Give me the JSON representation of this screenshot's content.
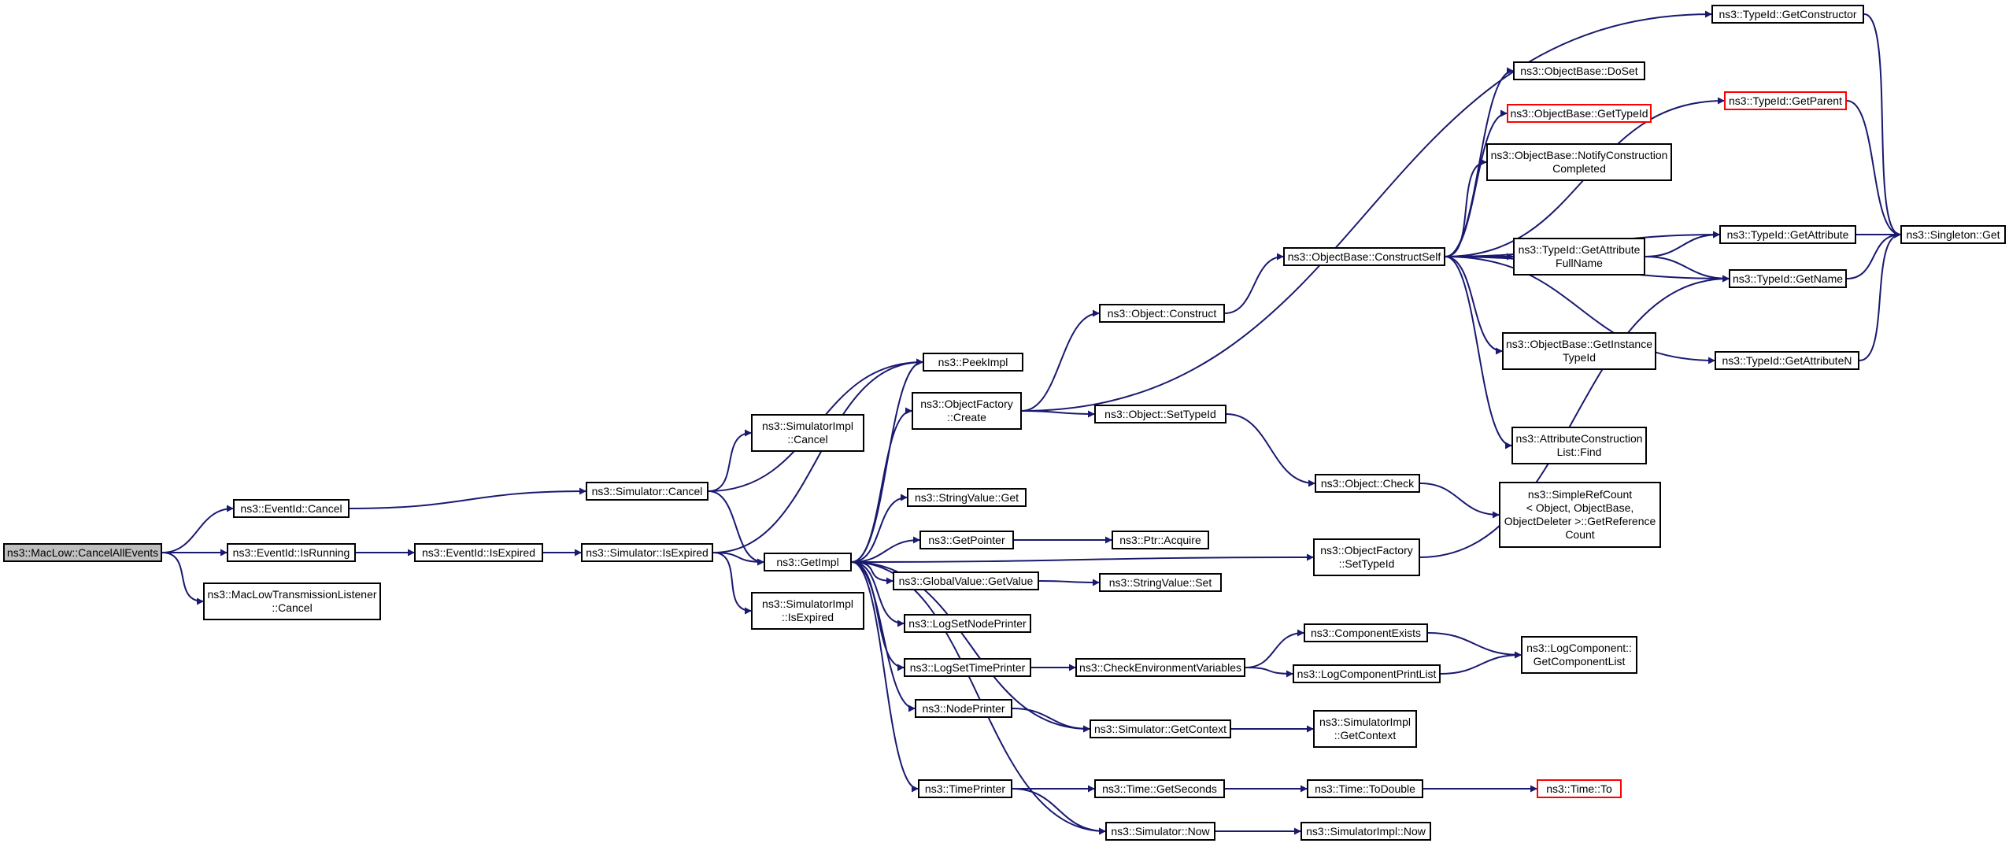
{
  "colors": {
    "edge": "#191970",
    "node_border": "#000000",
    "root_fill": "#bfbfbf",
    "highlight_border": "#ff0000"
  },
  "nodes": {
    "n_root": "ns3::MacLow::CancelAllEvents",
    "n_eventid_cancel": "ns3::EventId::Cancel",
    "n_eventid_isrunning": "ns3::EventId::IsRunning",
    "n_maclow_listener_cancel": "ns3::MacLowTransmissionListener\n::Cancel",
    "n_eventid_isexpired": "ns3::EventId::IsExpired",
    "n_simulator_cancel": "ns3::Simulator::Cancel",
    "n_simulator_isexpired": "ns3::Simulator::IsExpired",
    "n_simimpl_cancel": "ns3::SimulatorImpl\n::Cancel",
    "n_simimpl_isexpired": "ns3::SimulatorImpl\n::IsExpired",
    "n_getimpl": "ns3::GetImpl",
    "n_peekimpl": "ns3::PeekImpl",
    "n_objectfactory_create": "ns3::ObjectFactory\n::Create",
    "n_stringvalue_get": "ns3::StringValue::Get",
    "n_getpointer": "ns3::GetPointer",
    "n_globalvalue_getvalue": "ns3::GlobalValue::GetValue",
    "n_logsetnodeprinter": "ns3::LogSetNodePrinter",
    "n_logsettimeprinter": "ns3::LogSetTimePrinter",
    "n_nodeprinter": "ns3::NodePrinter",
    "n_timeprinter": "ns3::TimePrinter",
    "n_object_construct": "ns3::Object::Construct",
    "n_object_settypeid": "ns3::Object::SetTypeId",
    "n_ptr_acquire": "ns3::Ptr::Acquire",
    "n_stringvalue_set": "ns3::StringValue::Set",
    "n_checkenv": "ns3::CheckEnvironmentVariables",
    "n_simulator_getcontext": "ns3::Simulator::GetContext",
    "n_time_getseconds": "ns3::Time::GetSeconds",
    "n_simulator_now": "ns3::Simulator::Now",
    "n_objectbase_constructself": "ns3::ObjectBase::ConstructSelf",
    "n_object_check": "ns3::Object::Check",
    "n_objectfactory_settypeid": "ns3::ObjectFactory\n::SetTypeId",
    "n_componentexists": "ns3::ComponentExists",
    "n_logcomponentprintlist": "ns3::LogComponentPrintList",
    "n_simimpl_getcontext": "ns3::SimulatorImpl\n::GetContext",
    "n_time_todouble": "ns3::Time::ToDouble",
    "n_simimpl_now": "ns3::SimulatorImpl::Now",
    "n_objectbase_doset": "ns3::ObjectBase::DoSet",
    "n_objectbase_gettypeid": "ns3::ObjectBase::GetTypeId",
    "n_objectbase_notify": "ns3::ObjectBase::NotifyConstruction\nCompleted",
    "n_typeid_getattributefullname": "ns3::TypeId::GetAttribute\nFullName",
    "n_objectbase_getinstancetypeid": "ns3::ObjectBase::GetInstance\nTypeId",
    "n_attributeconstructionlist_find": "ns3::AttributeConstruction\nList::Find",
    "n_simplerefcount": "ns3::SimpleRefCount\n< Object, ObjectBase,\nObjectDeleter >::GetReference\nCount",
    "n_logcomponent_getcomponentlist": "ns3::LogComponent::\nGetComponentList",
    "n_time_to": "ns3::Time::To",
    "n_typeid_getconstructor": "ns3::TypeId::GetConstructor",
    "n_typeid_getparent": "ns3::TypeId::GetParent",
    "n_typeid_getattribute": "ns3::TypeId::GetAttribute",
    "n_typeid_getname": "ns3::TypeId::GetName",
    "n_typeid_getattributen": "ns3::TypeId::GetAttributeN",
    "n_singleton_get": "ns3::Singleton::Get"
  },
  "edges": [
    [
      "n_root",
      "n_eventid_cancel"
    ],
    [
      "n_root",
      "n_eventid_isrunning"
    ],
    [
      "n_root",
      "n_maclow_listener_cancel"
    ],
    [
      "n_eventid_cancel",
      "n_simulator_cancel"
    ],
    [
      "n_eventid_isrunning",
      "n_eventid_isexpired"
    ],
    [
      "n_eventid_isexpired",
      "n_simulator_isexpired"
    ],
    [
      "n_simulator_cancel",
      "n_simimpl_cancel"
    ],
    [
      "n_simulator_cancel",
      "n_getimpl"
    ],
    [
      "n_simulator_cancel",
      "n_peekimpl"
    ],
    [
      "n_simulator_isexpired",
      "n_getimpl"
    ],
    [
      "n_simulator_isexpired",
      "n_simimpl_isexpired"
    ],
    [
      "n_simulator_isexpired",
      "n_peekimpl"
    ],
    [
      "n_getimpl",
      "n_peekimpl"
    ],
    [
      "n_getimpl",
      "n_objectfactory_create"
    ],
    [
      "n_getimpl",
      "n_stringvalue_get"
    ],
    [
      "n_getimpl",
      "n_getpointer"
    ],
    [
      "n_getimpl",
      "n_globalvalue_getvalue"
    ],
    [
      "n_getimpl",
      "n_logsetnodeprinter"
    ],
    [
      "n_getimpl",
      "n_logsettimeprinter"
    ],
    [
      "n_getimpl",
      "n_nodeprinter"
    ],
    [
      "n_getimpl",
      "n_timeprinter"
    ],
    [
      "n_getimpl",
      "n_objectfactory_settypeid"
    ],
    [
      "n_getimpl",
      "n_simulator_getcontext"
    ],
    [
      "n_getimpl",
      "n_simulator_now"
    ],
    [
      "n_objectfactory_create",
      "n_object_construct"
    ],
    [
      "n_objectfactory_create",
      "n_object_settypeid"
    ],
    [
      "n_objectfactory_create",
      "n_typeid_getconstructor"
    ],
    [
      "n_getpointer",
      "n_ptr_acquire"
    ],
    [
      "n_globalvalue_getvalue",
      "n_stringvalue_set"
    ],
    [
      "n_logsettimeprinter",
      "n_checkenv"
    ],
    [
      "n_nodeprinter",
      "n_simulator_getcontext"
    ],
    [
      "n_timeprinter",
      "n_time_getseconds"
    ],
    [
      "n_timeprinter",
      "n_simulator_now"
    ],
    [
      "n_object_construct",
      "n_objectbase_constructself"
    ],
    [
      "n_object_settypeid",
      "n_object_check"
    ],
    [
      "n_checkenv",
      "n_componentexists"
    ],
    [
      "n_checkenv",
      "n_logcomponentprintlist"
    ],
    [
      "n_simulator_getcontext",
      "n_simimpl_getcontext"
    ],
    [
      "n_time_getseconds",
      "n_time_todouble"
    ],
    [
      "n_simulator_now",
      "n_simimpl_now"
    ],
    [
      "n_objectbase_constructself",
      "n_objectbase_doset"
    ],
    [
      "n_objectbase_constructself",
      "n_objectbase_gettypeid"
    ],
    [
      "n_objectbase_constructself",
      "n_objectbase_notify"
    ],
    [
      "n_objectbase_constructself",
      "n_typeid_getattributefullname"
    ],
    [
      "n_objectbase_constructself",
      "n_objectbase_getinstancetypeid"
    ],
    [
      "n_objectbase_constructself",
      "n_attributeconstructionlist_find"
    ],
    [
      "n_objectbase_constructself",
      "n_typeid_getparent"
    ],
    [
      "n_objectbase_constructself",
      "n_typeid_getattribute"
    ],
    [
      "n_objectbase_constructself",
      "n_typeid_getname"
    ],
    [
      "n_objectbase_constructself",
      "n_typeid_getattributen"
    ],
    [
      "n_object_check",
      "n_simplerefcount"
    ],
    [
      "n_objectfactory_settypeid",
      "n_typeid_getname"
    ],
    [
      "n_componentexists",
      "n_logcomponent_getcomponentlist"
    ],
    [
      "n_logcomponentprintlist",
      "n_logcomponent_getcomponentlist"
    ],
    [
      "n_time_todouble",
      "n_time_to"
    ],
    [
      "n_typeid_getattributefullname",
      "n_typeid_getattribute"
    ],
    [
      "n_typeid_getattributefullname",
      "n_typeid_getname"
    ],
    [
      "n_typeid_getconstructor",
      "n_singleton_get"
    ],
    [
      "n_typeid_getparent",
      "n_singleton_get"
    ],
    [
      "n_typeid_getattribute",
      "n_singleton_get"
    ],
    [
      "n_typeid_getname",
      "n_singleton_get"
    ],
    [
      "n_typeid_getattributen",
      "n_singleton_get"
    ]
  ]
}
